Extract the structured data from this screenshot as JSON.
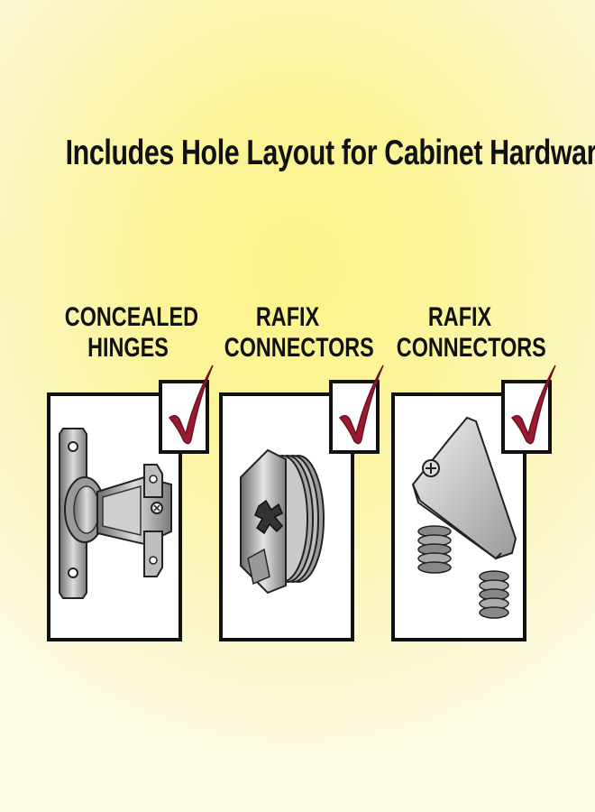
{
  "headline": "Includes Hole Layout for Cabinet Hardware",
  "items": [
    {
      "label_line1": "CONCEALED",
      "label_line2": "HINGES",
      "checked": true,
      "icon": "concealed-hinge-icon"
    },
    {
      "label_line1": "RAFIX",
      "label_line2": "CONNECTORS",
      "checked": true,
      "icon": "rafix-connector-icon"
    },
    {
      "label_line1": "RAFIX",
      "label_line2": "CONNECTORS",
      "checked": true,
      "icon": "rafix-connector-angled-icon"
    }
  ],
  "colors": {
    "background": "#fbf48a",
    "check": "#9a1b30",
    "frame": "#111111"
  }
}
